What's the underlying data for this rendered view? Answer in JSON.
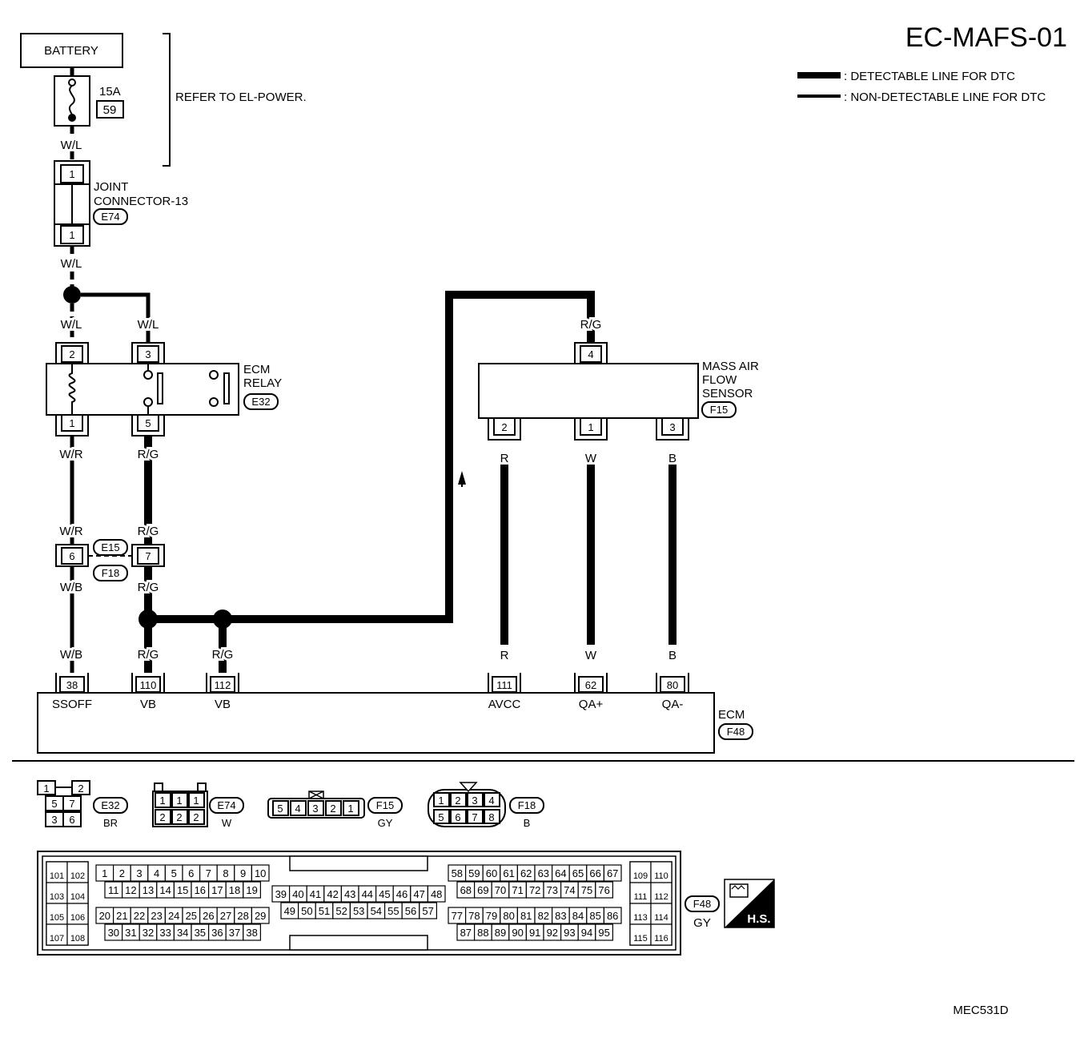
{
  "title": "EC-MAFS-01",
  "diagram_code": "MEC531D",
  "legend": {
    "detectable": ": DETECTABLE LINE FOR DTC",
    "non_detectable": ": NON-DETECTABLE LINE FOR DTC"
  },
  "battery": {
    "label": "BATTERY",
    "fuse_amps": "15A",
    "fuse_no": "59",
    "refer": "REFER TO EL-POWER."
  },
  "joint_connector": {
    "name_line1": "JOINT",
    "name_line2": "CONNECTOR-13",
    "code": "E74",
    "pin_top": "1",
    "pin_bottom": "1"
  },
  "ecm_relay": {
    "name_line1": "ECM",
    "name_line2": "RELAY",
    "code": "E32",
    "pins": {
      "coil_top": "2",
      "switch_top": "3",
      "coil_bottom": "1",
      "switch_bottom": "5"
    }
  },
  "maf_sensor": {
    "name_line1": "MASS AIR",
    "name_line2": "FLOW",
    "name_line3": "SENSOR",
    "code": "F15",
    "pins": {
      "top": "4",
      "p2": "2",
      "p1": "1",
      "p3": "3"
    }
  },
  "inline_connector": {
    "code_top": "E15",
    "code_bottom": "F18",
    "pin_left": "6",
    "pin_right": "7"
  },
  "ecm": {
    "name": "ECM",
    "code": "F48",
    "terminals": [
      {
        "pin": "38",
        "signal": "SSOFF"
      },
      {
        "pin": "110",
        "signal": "VB"
      },
      {
        "pin": "112",
        "signal": "VB"
      },
      {
        "pin": "111",
        "signal": "AVCC"
      },
      {
        "pin": "62",
        "signal": "QA+"
      },
      {
        "pin": "80",
        "signal": "QA-"
      }
    ]
  },
  "wire_colors": {
    "w_l_fuse": "W/L",
    "w_l_joint": "W/L",
    "w_l_relay2": "W/L",
    "w_l_relay3": "W/L",
    "r_g_maf": "R/G",
    "w_r_1": "W/R",
    "r_g_1": "R/G",
    "w_r_2": "W/R",
    "r_g_2": "R/G",
    "w_b_1": "W/B",
    "r_g_3": "R/G",
    "w_b_2": "W/B",
    "r_g_4": "R/G",
    "r_g_5": "R/G",
    "r_1": "R",
    "w_1": "W",
    "b_1": "B",
    "r_2": "R",
    "w_2": "W",
    "b_2": "B"
  },
  "connector_views": {
    "e32": {
      "code": "E32",
      "color": "BR",
      "pins": [
        "1",
        "2",
        "5",
        "7",
        "3",
        "6"
      ]
    },
    "e74": {
      "code": "E74",
      "color": "W",
      "pins": [
        "1",
        "1",
        "1",
        "2",
        "2",
        "2"
      ]
    },
    "f15": {
      "code": "F15",
      "color": "GY",
      "pins": [
        "5",
        "4",
        "3",
        "2",
        "1"
      ]
    },
    "f18": {
      "code": "F18",
      "color": "B",
      "pins": [
        "1",
        "2",
        "3",
        "4",
        "5",
        "6",
        "7",
        "8"
      ]
    },
    "f48": {
      "code": "F48",
      "color": "GY",
      "hs_label": "H.S."
    }
  },
  "f48_pins": {
    "left_a": [
      "101",
      "102",
      "103",
      "104",
      "105",
      "106",
      "107",
      "108"
    ],
    "row1": [
      "1",
      "2",
      "3",
      "4",
      "5",
      "6",
      "7",
      "8",
      "9",
      "10"
    ],
    "row2": [
      "11",
      "12",
      "13",
      "14",
      "15",
      "16",
      "17",
      "18",
      "19"
    ],
    "row3": [
      "20",
      "21",
      "22",
      "23",
      "24",
      "25",
      "26",
      "27",
      "28",
      "29"
    ],
    "row4": [
      "30",
      "31",
      "32",
      "33",
      "34",
      "35",
      "36",
      "37",
      "38"
    ],
    "mid1": [
      "39",
      "40",
      "41",
      "42",
      "43",
      "44",
      "45",
      "46",
      "47",
      "48"
    ],
    "mid2": [
      "49",
      "50",
      "51",
      "52",
      "53",
      "54",
      "55",
      "56",
      "57"
    ],
    "row5": [
      "58",
      "59",
      "60",
      "61",
      "62",
      "63",
      "64",
      "65",
      "66",
      "67"
    ],
    "row6": [
      "68",
      "69",
      "70",
      "71",
      "72",
      "73",
      "74",
      "75",
      "76"
    ],
    "row7": [
      "77",
      "78",
      "79",
      "80",
      "81",
      "82",
      "83",
      "84",
      "85",
      "86"
    ],
    "row8": [
      "87",
      "88",
      "89",
      "90",
      "91",
      "92",
      "93",
      "94",
      "95"
    ],
    "right_b": [
      "109",
      "110",
      "111",
      "112",
      "113",
      "114",
      "115",
      "116"
    ]
  }
}
